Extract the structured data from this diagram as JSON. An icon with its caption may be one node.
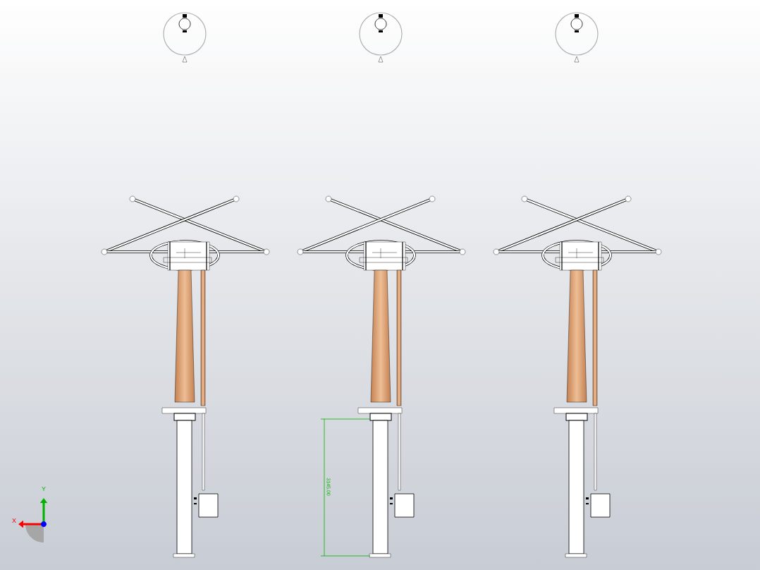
{
  "diagram": {
    "labels": [
      "3145.00",
      "Y",
      "X"
    ]
  }
}
